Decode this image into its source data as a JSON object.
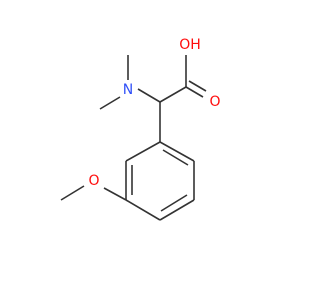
{
  "colors": {
    "bond": "#333333",
    "oxygen": "#ff0d0d",
    "nitrogen": "#3050f8",
    "background": "#ffffff"
  },
  "atoms": {
    "hydroxyl_oxygen": "OH",
    "carbonyl_oxygen": "O",
    "amine_nitrogen": "N",
    "ether_oxygen": "O"
  }
}
